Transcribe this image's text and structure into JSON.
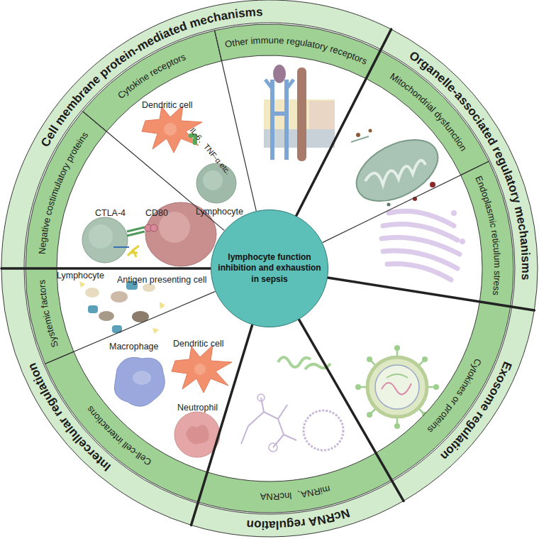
{
  "diagram": {
    "nodes": [
      {
        "text": [
          "lymphocyte function inhibition and exhaustion in sepsis"
        ]
      },
      {
        "text": [
          "Cell membrane protein-mediated mechanisms"
        ]
      },
      {
        "text": [
          "Negative costimulatory proteins"
        ]
      },
      {
        "text": [
          "Cytokine receptors"
        ]
      },
      {
        "text": [
          "Other immune regulatory receptors"
        ]
      },
      {
        "text": [
          "Organelle-associated regulatory mechanisms"
        ]
      },
      {
        "text": [
          "Mitochondrial dysfunction"
        ]
      },
      {
        "text": [
          "Endoplasmic reticulum stress"
        ]
      },
      {
        "text": [
          "Exosome regulation"
        ]
      },
      {
        "text": [
          "Cytokines or proteins"
        ]
      },
      {
        "text": [
          "NcRNA regulation"
        ]
      },
      {
        "text": [
          "miRNA、lncRNA"
        ]
      },
      {
        "text": [
          "Intercellular regulation"
        ]
      },
      {
        "text": [
          "Cell-cell interactions"
        ]
      },
      {
        "text": [
          "Systemic factors"
        ]
      }
    ],
    "labels": [
      "Dendritic cell",
      "IL-6、TNF-α etc.",
      "Lymphocyte",
      "CTLA-4",
      "CD80",
      "Lymphocyte",
      "Antigen presenting cell",
      "Macrophage",
      "Dendritic cell",
      "Neutrophil"
    ]
  }
}
